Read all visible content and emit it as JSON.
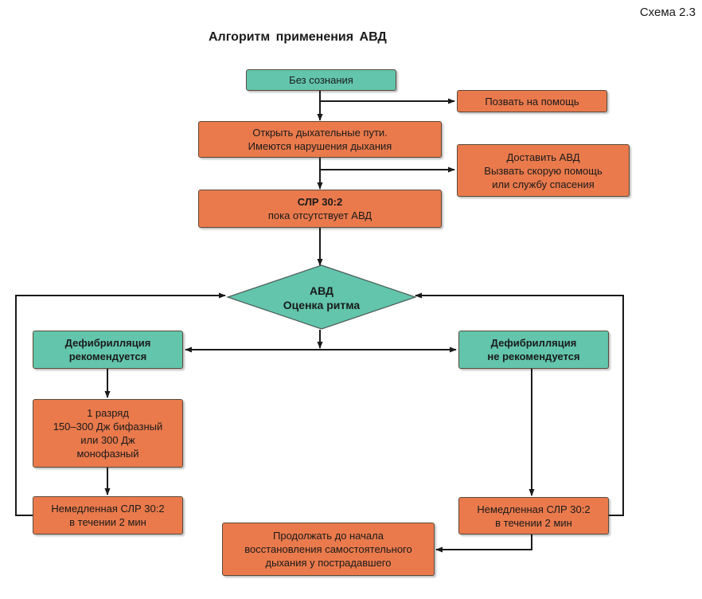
{
  "header": {
    "scheme_label": "Схема 2.3",
    "title": "Алгоритм  применения АВД"
  },
  "colors": {
    "teal": "#62c5ac",
    "orange": "#ea7a4c",
    "line": "#1a1a1a"
  },
  "nodes": {
    "unconscious": {
      "lines": [
        "Без сознания"
      ]
    },
    "call_help": {
      "lines": [
        "Позвать на помощь"
      ]
    },
    "open_airway": {
      "lines": [
        "Открыть дыхательные пути.",
        "Имеются нарушения дыхания"
      ]
    },
    "bring_aed": {
      "lines": [
        "Доставить АВД",
        "Вызвать скорую помощь",
        "или службу спасения"
      ]
    },
    "cpr": {
      "lines": [
        "СЛР 30:2",
        "пока отсутствует АВД"
      ]
    },
    "aed_decision": {
      "lines": [
        "АВД",
        "Оценка ритма"
      ]
    },
    "defib_recommended": {
      "lines": [
        "Дефибрилляция",
        "рекомендуется"
      ]
    },
    "defib_not_recommended": {
      "lines": [
        "Дефибрилляция",
        "не рекомендуется"
      ]
    },
    "shock": {
      "lines": [
        "1 разряд",
        "150–300 Дж бифазный",
        "или 300 Дж",
        "монофазный"
      ]
    },
    "cpr_left": {
      "lines": [
        "Немедленная СЛР 30:2",
        "в течении 2 мин"
      ]
    },
    "cpr_right": {
      "lines": [
        "Немедленная СЛР 30:2",
        "в течении 2 мин"
      ]
    },
    "continue": {
      "lines": [
        "Продолжать до начала",
        "восстановления самостоятельного",
        "дыхания у пострадавшего"
      ]
    }
  }
}
